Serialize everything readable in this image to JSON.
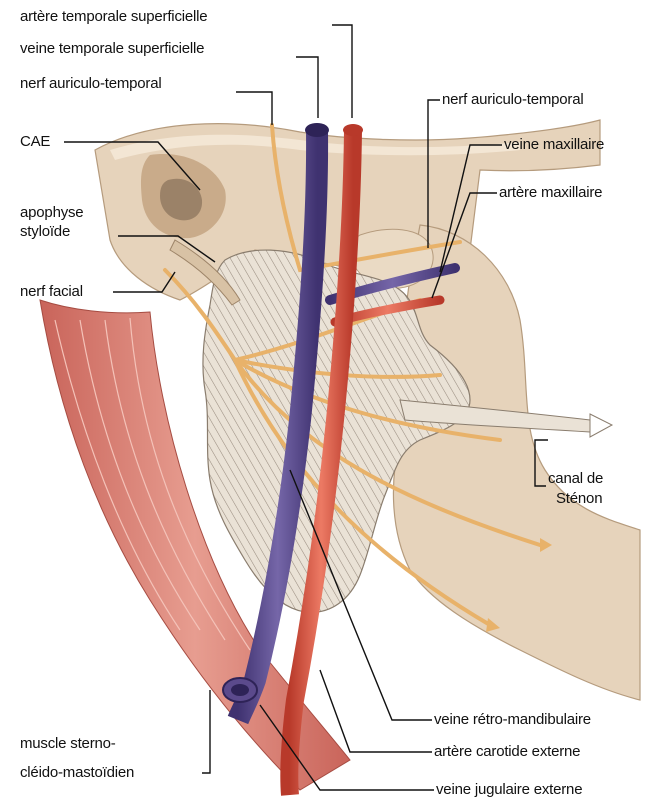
{
  "labels": {
    "artere_temporale_superficielle": "artère temporale superficielle",
    "veine_temporale_superficielle": "veine temporale superficielle",
    "nerf_auriculo_temporal_left": "nerf auriculo-temporal",
    "cae": "CAE",
    "apophyse": "apophyse",
    "styloide": "styloïde",
    "nerf_facial": "nerf facial",
    "nerf_auriculo_temporal_right": "nerf auriculo-temporal",
    "veine_maxillaire": "veine maxillaire",
    "artere_maxillaire": "artère maxillaire",
    "canal_de": "canal de",
    "stenon": "Sténon",
    "muscle_sterno": "muscle sterno-",
    "cleido_mastoidien": "cléido-mastoïdien",
    "veine_retro_mandibulaire": "veine rétro-mandibulaire",
    "artere_carotide_externe": "artère carotide externe",
    "veine_jugulaire_externe": "veine jugulaire externe"
  },
  "colors": {
    "bone": "#e6d3bb",
    "bone_shadow": "#c9ab8a",
    "muscle": "#d9877b",
    "vein": "#5b4a8c",
    "artery": "#d9503d",
    "nerve": "#e8b26a",
    "gland": "#eae2d6",
    "text": "#111111"
  }
}
